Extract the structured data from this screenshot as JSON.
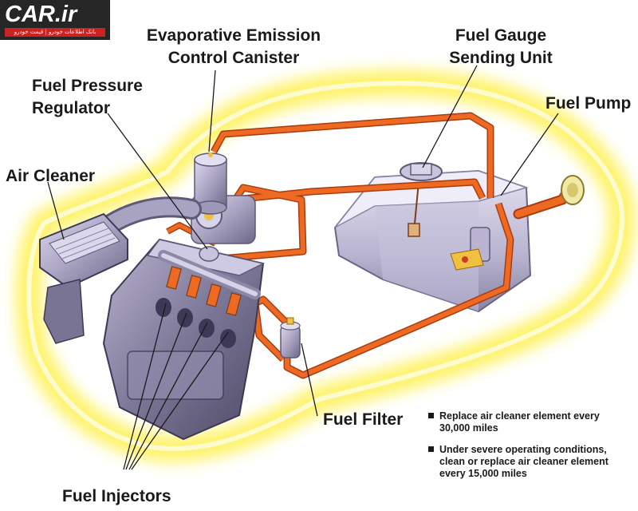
{
  "logo": {
    "text": "CAR.ir",
    "tagline": "بانک اطلاعات خودرو | قیمت خودرو"
  },
  "labels": {
    "canister_line1": "Evaporative Emission",
    "canister_line2": "Control Canister",
    "gauge_line1": "Fuel Gauge",
    "gauge_line2": "Sending Unit",
    "regulator_line1": "Fuel Pressure",
    "regulator_line2": "Regulator",
    "fuel_pump": "Fuel Pump",
    "air_cleaner": "Air Cleaner",
    "fuel_filter": "Fuel Filter",
    "fuel_injectors": "Fuel Injectors"
  },
  "notes": [
    "Replace air cleaner element every 30,000 miles",
    "Under severe operating conditions, clean or replace air cleaner element every 15,000 miles"
  ],
  "colors": {
    "glow": "#fff36a",
    "fuel_line": "#ee6a22",
    "fuel_line_edge": "#a83c10",
    "metal": "#a9a3c2",
    "metal_dark": "#5f5978",
    "text": "#1a1a1a"
  }
}
